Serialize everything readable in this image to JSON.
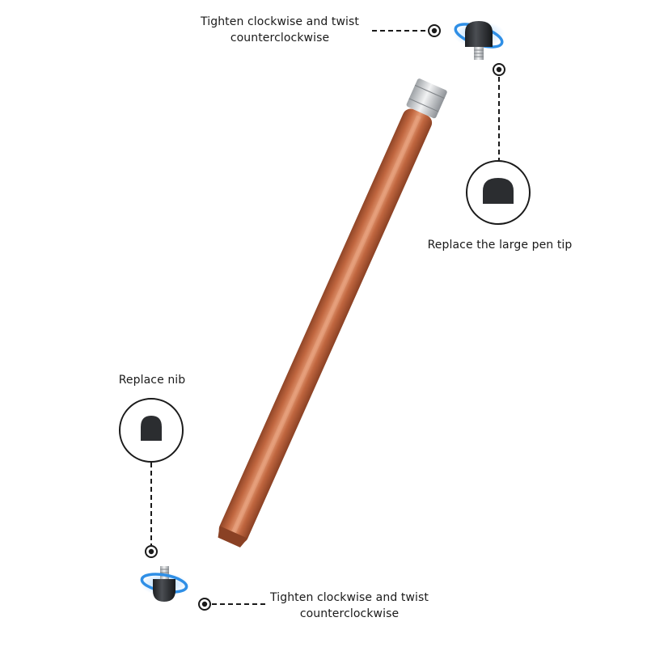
{
  "labels": {
    "top_instruction": [
      "Tighten clockwise and twist",
      "counterclockwise"
    ],
    "large_tip": "Replace the large pen tip",
    "nib": "Replace nib",
    "bottom_instruction": [
      "Tighten clockwise and twist",
      "counterclockwise"
    ]
  },
  "colors": {
    "pen_body": "#c0663f",
    "pen_shadow": "#9a4c2d",
    "pen_highlight": "#e0916c",
    "tip_rubber": "#2b2d30",
    "metal": "#c7c9cc",
    "rotation_ring": "#2f8fe6",
    "callout_line": "#1a1a1a"
  },
  "icons": [
    "rotate-ring-icon",
    "dot-marker-icon",
    "pen-tip-icon",
    "nib-icon"
  ]
}
